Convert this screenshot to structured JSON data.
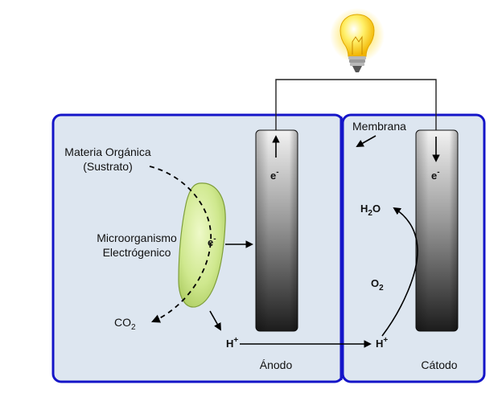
{
  "labels": {
    "organic_matter_line1": "Materia Orgánica",
    "organic_matter_line2": "(Sustrato)",
    "microorganism_line1": "Microorganismo",
    "microorganism_line2": "Electrógenico",
    "membrane": "Membrana",
    "anode": "Ánodo",
    "cathode": "Cátodo",
    "co2_base": "CO",
    "co2_sub": "2",
    "electron_microbe_base": "e",
    "electron_microbe_sup": "-",
    "electron_anode_base": "e",
    "electron_anode_sup": "-",
    "electron_cathode_base": "e",
    "electron_cathode_sup": "-",
    "proton_left_base": "H",
    "proton_left_sup": "+",
    "proton_right_base": "H",
    "proton_right_sup": "+",
    "water_h": "H",
    "water_sub": "2",
    "water_o": "O",
    "oxygen_base": "O",
    "oxygen_sub": "2"
  },
  "colors": {
    "chamber_fill": "#dde6f0",
    "chamber_border": "#1414c8",
    "microbe_fill": "#cbe88a",
    "electrode_top": "#f0f0f0",
    "electrode_bottom": "#1e1e1e"
  },
  "icons": {
    "bulb": "light-bulb-icon"
  }
}
